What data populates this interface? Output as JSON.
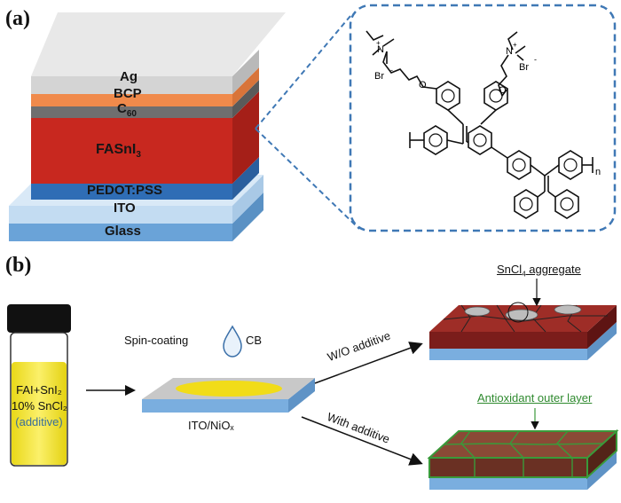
{
  "panel_a": {
    "tag": "(a)",
    "layers": {
      "ag": "Ag",
      "bcp": "BCP",
      "c60_base": "C",
      "c60_sub": "60",
      "absorber_base": "FASnI",
      "absorber_sub": "3",
      "htl": "PEDOT:PSS",
      "ito": "ITO",
      "glass": "Glass"
    },
    "molecule": {
      "cation_plus_left": "+",
      "cation_n_left": "N",
      "anion_left": "Br",
      "anion_minus_left": "-",
      "cation_plus_right": "+",
      "cation_n_right": "N",
      "anion_right": "Br",
      "anion_minus_right": "-",
      "oxygen_left": "O",
      "oxygen_right": "O",
      "repeat_subscript": "n"
    }
  },
  "panel_b": {
    "tag": "(b)",
    "vial": {
      "line1": "FAI+SnI₂",
      "line2": "10% SnCl₂",
      "line3": "(additive)"
    },
    "spin_coating": "Spin-coating",
    "solvent": "CB",
    "substrate": "ITO/NiOₓ",
    "path_without": "W/O additive",
    "path_with": "With additive",
    "aggregate_base": "SnCl",
    "aggregate_sub": "4",
    "aggregate_rest": " aggregate",
    "outer_layer": "Antioxidant outer layer"
  },
  "colors": {
    "ag": "#d4d4d4",
    "bcp": "#f08a4b",
    "c60": "#6f6f6f",
    "absorber": "#c8281f",
    "htl": "#2f6db5",
    "ito": "#b6d4ee",
    "glass": "#7fb2e0",
    "dashed_box": "#3f78b5",
    "vial_liquid": "#f1e21c",
    "film_yellow": "#f1dc19",
    "film_brown": "#7a3a28",
    "antioxidant": "#3a9a3a"
  }
}
